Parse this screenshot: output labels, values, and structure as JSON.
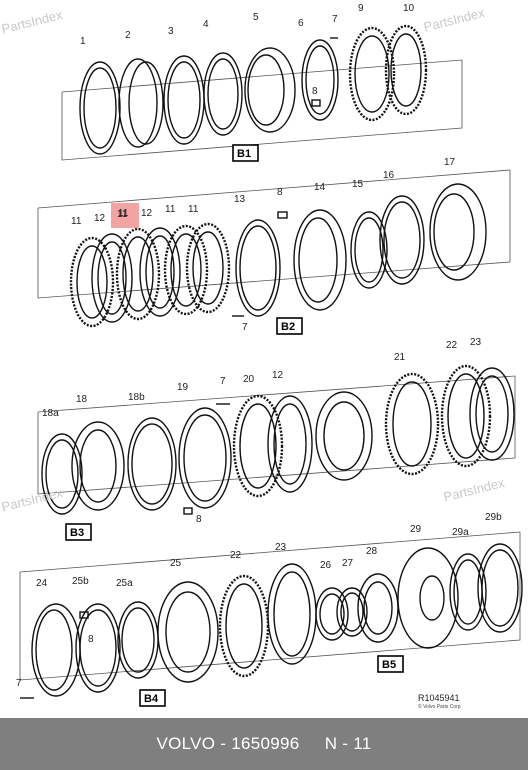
{
  "watermarks": [
    "PartsIndex",
    "PartsIndex",
    "PartsIndex",
    "PartsIndex"
  ],
  "panel_b1": {
    "labels": [
      "1",
      "2",
      "3",
      "4",
      "5",
      "6",
      "7",
      "8",
      "9",
      "10"
    ],
    "box": "B1"
  },
  "panel_b2": {
    "labels": [
      "11",
      "12",
      "11",
      "12",
      "11",
      "11",
      "13",
      "8",
      "14",
      "15",
      "16",
      "17",
      "7"
    ],
    "box": "B2"
  },
  "panel_b3": {
    "labels": [
      "18a",
      "18",
      "18b",
      "19",
      "7",
      "20",
      "12",
      "21",
      "22",
      "23",
      "8"
    ],
    "box": "B3"
  },
  "panel_b4_b5": {
    "labels": [
      "24",
      "25b",
      "25a",
      "25",
      "22",
      "23",
      "26",
      "27",
      "28",
      "29",
      "29a",
      "29b",
      "8",
      "7"
    ],
    "box_b4": "B4",
    "box_b5": "B5"
  },
  "highlight_label": "11",
  "highlight_color": "#f4a3a3",
  "reference": "R1045941",
  "copyright": "© Volvo Parts Corp",
  "footer": {
    "brand": "VOLVO",
    "separator": " - ",
    "part_number": "1650996",
    "position": "N - 11"
  }
}
